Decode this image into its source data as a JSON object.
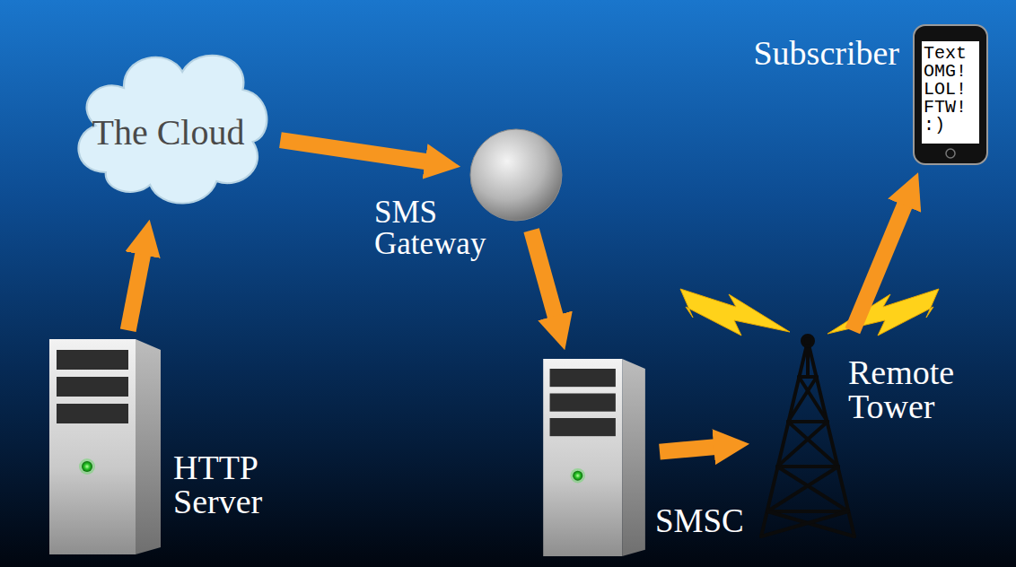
{
  "diagram": {
    "nodes": [
      {
        "text": [
          "HTTP Server"
        ]
      },
      {
        "text": [
          "The Cloud"
        ]
      },
      {
        "text": [
          "SMS Gateway"
        ]
      },
      {
        "text": [
          "SMSC"
        ]
      },
      {
        "text": [
          "Remote Tower"
        ]
      },
      {
        "text": [
          "Subscriber",
          "Text OMG! LOL! FTW! :)"
        ]
      }
    ],
    "edges": [
      {
        "from": 0,
        "to": 1,
        "arrow": "to"
      },
      {
        "from": 1,
        "to": 2,
        "arrow": "to"
      },
      {
        "from": 2,
        "to": 3,
        "arrow": "to"
      },
      {
        "from": 3,
        "to": 4,
        "arrow": "to"
      },
      {
        "from": 4,
        "to": 5,
        "arrow": "to"
      }
    ]
  }
}
